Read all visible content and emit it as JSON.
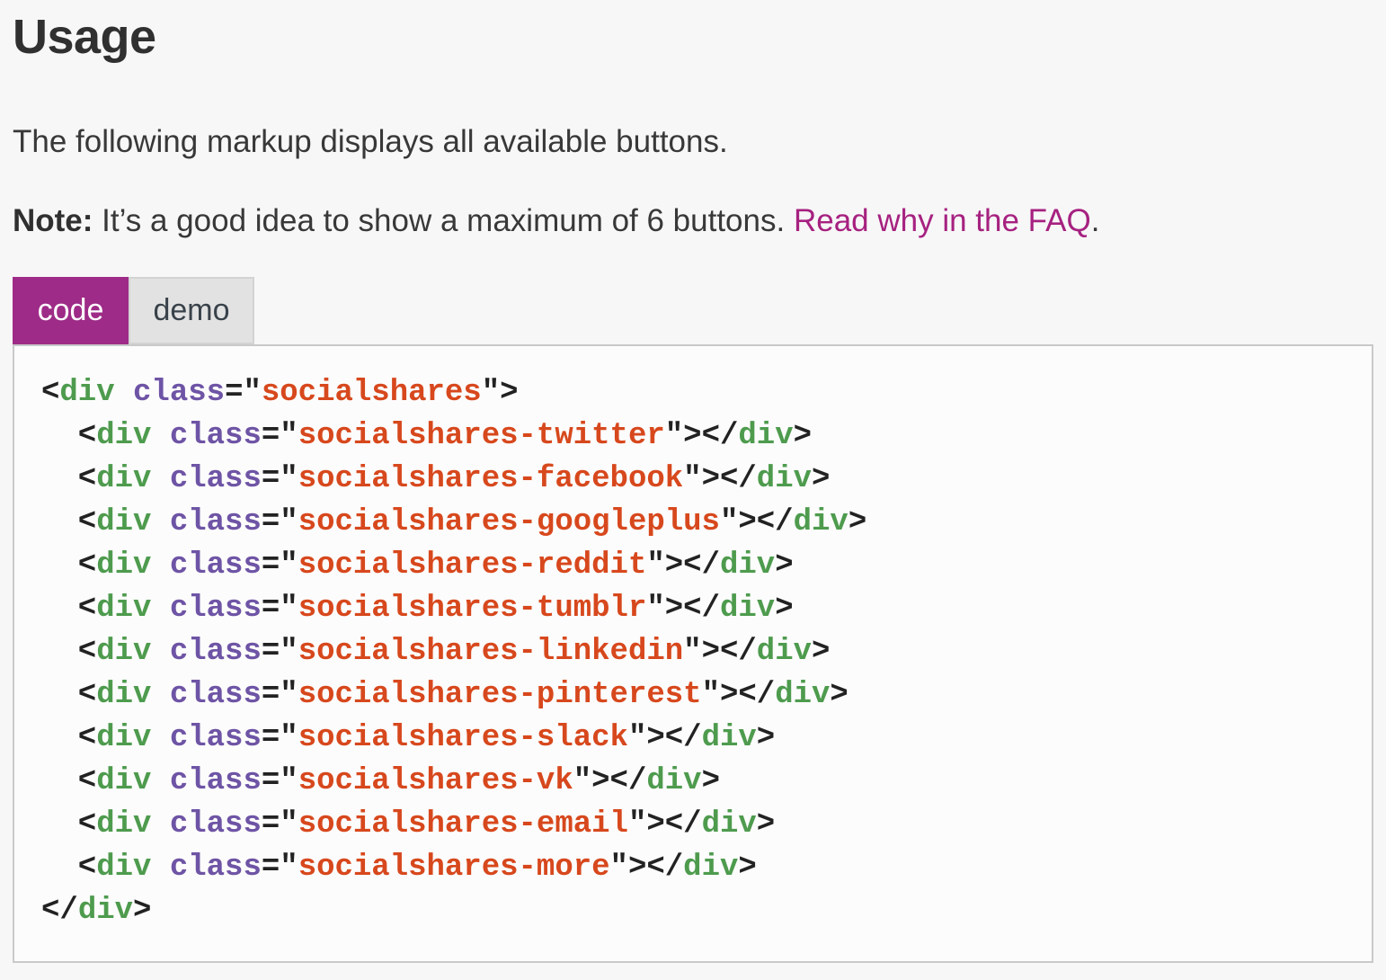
{
  "page": {
    "title": "Usage",
    "intro": "The following markup displays all available buttons."
  },
  "note": {
    "label": "Note:",
    "text": " It’s a good idea to show a maximum of 6 buttons. ",
    "link": "Read why in the FAQ",
    "suffix": "."
  },
  "tabs": [
    {
      "label": "code",
      "active": true
    },
    {
      "label": "demo",
      "active": false
    }
  ],
  "code": {
    "language": "html",
    "lines": [
      {
        "tokens": [
          [
            "p",
            "<"
          ],
          [
            "t",
            "div"
          ],
          [
            "p",
            " "
          ],
          [
            "a",
            "class"
          ],
          [
            "p",
            "=\""
          ],
          [
            "s",
            "socialshares"
          ],
          [
            "p",
            "\">"
          ]
        ]
      },
      {
        "tokens": [
          [
            "p",
            "  <"
          ],
          [
            "t",
            "div"
          ],
          [
            "p",
            " "
          ],
          [
            "a",
            "class"
          ],
          [
            "p",
            "=\""
          ],
          [
            "s",
            "socialshares-twitter"
          ],
          [
            "p",
            "\"></"
          ],
          [
            "t",
            "div"
          ],
          [
            "p",
            ">"
          ]
        ]
      },
      {
        "tokens": [
          [
            "p",
            "  <"
          ],
          [
            "t",
            "div"
          ],
          [
            "p",
            " "
          ],
          [
            "a",
            "class"
          ],
          [
            "p",
            "=\""
          ],
          [
            "s",
            "socialshares-facebook"
          ],
          [
            "p",
            "\"></"
          ],
          [
            "t",
            "div"
          ],
          [
            "p",
            ">"
          ]
        ]
      },
      {
        "tokens": [
          [
            "p",
            "  <"
          ],
          [
            "t",
            "div"
          ],
          [
            "p",
            " "
          ],
          [
            "a",
            "class"
          ],
          [
            "p",
            "=\""
          ],
          [
            "s",
            "socialshares-googleplus"
          ],
          [
            "p",
            "\"></"
          ],
          [
            "t",
            "div"
          ],
          [
            "p",
            ">"
          ]
        ]
      },
      {
        "tokens": [
          [
            "p",
            "  <"
          ],
          [
            "t",
            "div"
          ],
          [
            "p",
            " "
          ],
          [
            "a",
            "class"
          ],
          [
            "p",
            "=\""
          ],
          [
            "s",
            "socialshares-reddit"
          ],
          [
            "p",
            "\"></"
          ],
          [
            "t",
            "div"
          ],
          [
            "p",
            ">"
          ]
        ]
      },
      {
        "tokens": [
          [
            "p",
            "  <"
          ],
          [
            "t",
            "div"
          ],
          [
            "p",
            " "
          ],
          [
            "a",
            "class"
          ],
          [
            "p",
            "=\""
          ],
          [
            "s",
            "socialshares-tumblr"
          ],
          [
            "p",
            "\"></"
          ],
          [
            "t",
            "div"
          ],
          [
            "p",
            ">"
          ]
        ]
      },
      {
        "tokens": [
          [
            "p",
            "  <"
          ],
          [
            "t",
            "div"
          ],
          [
            "p",
            " "
          ],
          [
            "a",
            "class"
          ],
          [
            "p",
            "=\""
          ],
          [
            "s",
            "socialshares-linkedin"
          ],
          [
            "p",
            "\"></"
          ],
          [
            "t",
            "div"
          ],
          [
            "p",
            ">"
          ]
        ]
      },
      {
        "tokens": [
          [
            "p",
            "  <"
          ],
          [
            "t",
            "div"
          ],
          [
            "p",
            " "
          ],
          [
            "a",
            "class"
          ],
          [
            "p",
            "=\""
          ],
          [
            "s",
            "socialshares-pinterest"
          ],
          [
            "p",
            "\"></"
          ],
          [
            "t",
            "div"
          ],
          [
            "p",
            ">"
          ]
        ]
      },
      {
        "tokens": [
          [
            "p",
            "  <"
          ],
          [
            "t",
            "div"
          ],
          [
            "p",
            " "
          ],
          [
            "a",
            "class"
          ],
          [
            "p",
            "=\""
          ],
          [
            "s",
            "socialshares-slack"
          ],
          [
            "p",
            "\"></"
          ],
          [
            "t",
            "div"
          ],
          [
            "p",
            ">"
          ]
        ]
      },
      {
        "tokens": [
          [
            "p",
            "  <"
          ],
          [
            "t",
            "div"
          ],
          [
            "p",
            " "
          ],
          [
            "a",
            "class"
          ],
          [
            "p",
            "=\""
          ],
          [
            "s",
            "socialshares-vk"
          ],
          [
            "p",
            "\"></"
          ],
          [
            "t",
            "div"
          ],
          [
            "p",
            ">"
          ]
        ]
      },
      {
        "tokens": [
          [
            "p",
            "  <"
          ],
          [
            "t",
            "div"
          ],
          [
            "p",
            " "
          ],
          [
            "a",
            "class"
          ],
          [
            "p",
            "=\""
          ],
          [
            "s",
            "socialshares-email"
          ],
          [
            "p",
            "\"></"
          ],
          [
            "t",
            "div"
          ],
          [
            "p",
            ">"
          ]
        ]
      },
      {
        "tokens": [
          [
            "p",
            "  <"
          ],
          [
            "t",
            "div"
          ],
          [
            "p",
            " "
          ],
          [
            "a",
            "class"
          ],
          [
            "p",
            "=\""
          ],
          [
            "s",
            "socialshares-more"
          ],
          [
            "p",
            "\"></"
          ],
          [
            "t",
            "div"
          ],
          [
            "p",
            ">"
          ]
        ]
      },
      {
        "tokens": [
          [
            "p",
            "</"
          ],
          [
            "t",
            "div"
          ],
          [
            "p",
            ">"
          ]
        ]
      }
    ]
  },
  "colors": {
    "page_bg": "#f7f7f7",
    "text": "#383838",
    "heading": "#303030",
    "link": "#a62180",
    "tab_active_bg": "#9e2b87",
    "tab_active_text": "#ffffff",
    "tab_inactive_bg": "#e2e2e2",
    "tab_inactive_border": "#d3d3d3",
    "tab_inactive_text": "#39424a",
    "panel_bg": "#fcfcfc",
    "panel_border": "#c9c9c9",
    "code_punct": "#222222",
    "code_tag": "#4e9b4e",
    "code_attr": "#6e54a5",
    "code_string": "#d7481d"
  }
}
